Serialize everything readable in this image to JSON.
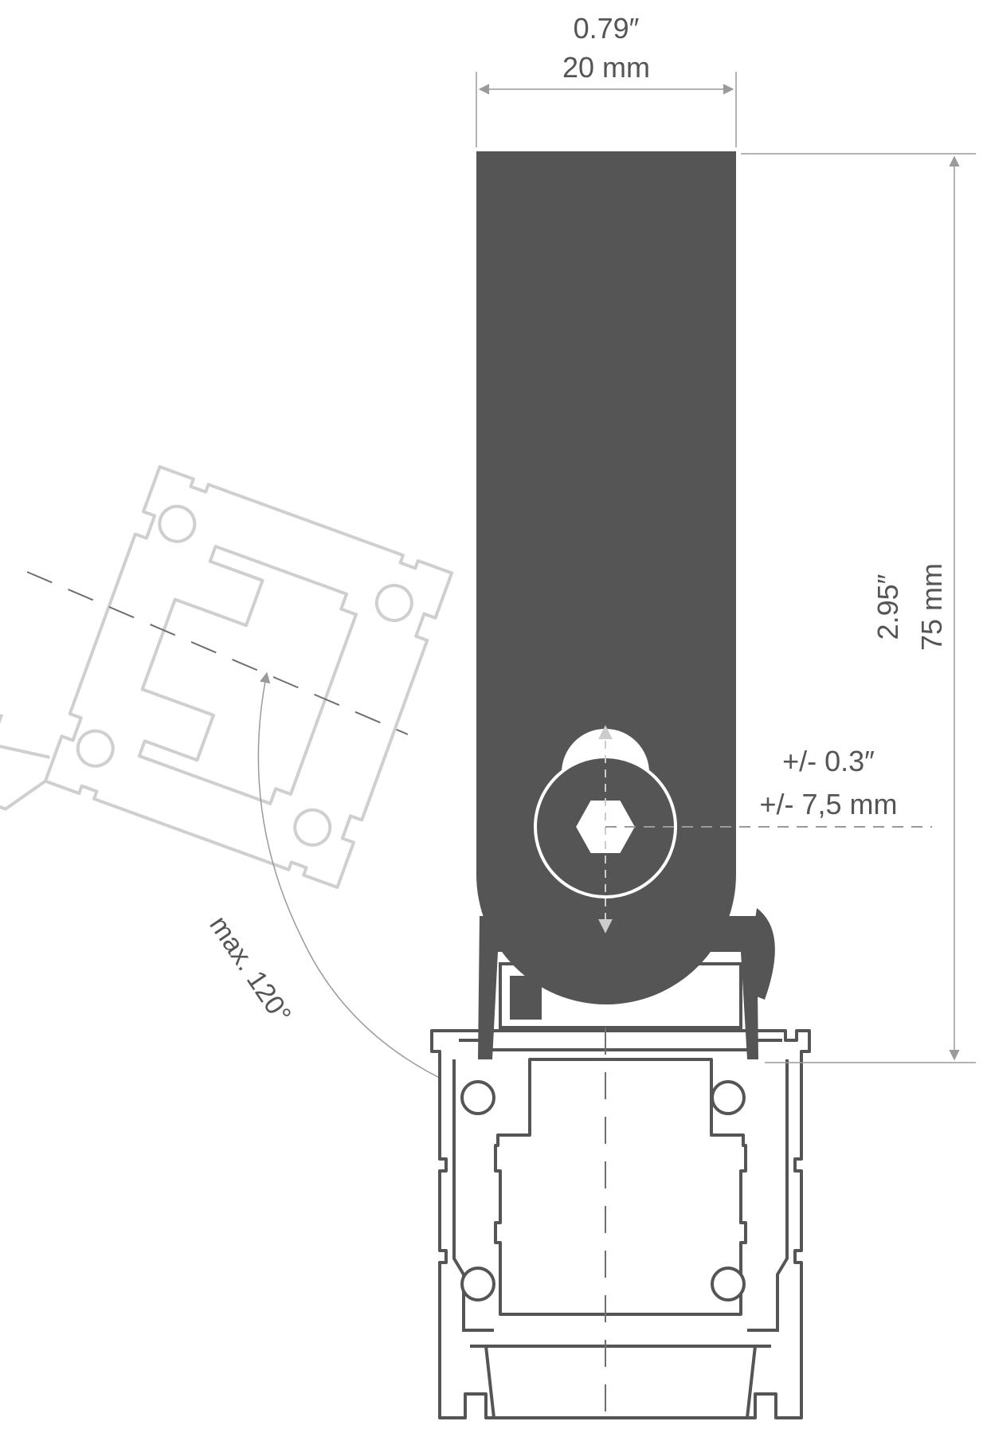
{
  "dimensions": {
    "width": {
      "inches": "0.79″",
      "mm": "20 mm"
    },
    "height": {
      "inches": "2.95″",
      "mm": "75 mm"
    },
    "adjustment": {
      "inches": "+/- 0.3″",
      "mm": "+/- 7,5 mm"
    },
    "rotation": {
      "label": "max. 120°"
    }
  },
  "colors": {
    "body": "#555555",
    "ghost": "#cfcfcf",
    "dimension": "#9a9a9a",
    "text": "#555555"
  }
}
